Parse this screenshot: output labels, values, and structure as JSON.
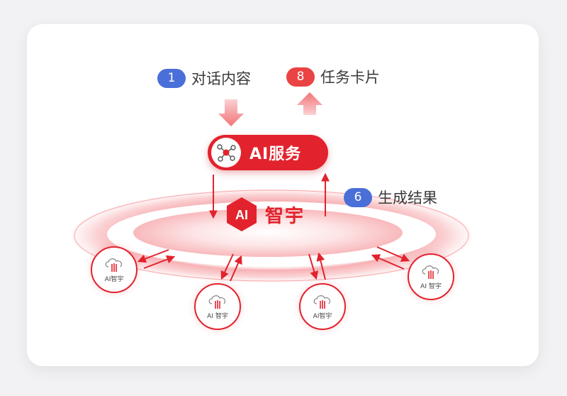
{
  "labels": {
    "dialogue": {
      "number": "1",
      "text": "对话内容",
      "color": "#4a6fd9"
    },
    "task_card": {
      "number": "8",
      "text": "任务卡片",
      "color": "#ea4343"
    },
    "result": {
      "number": "6",
      "text": "生成结果",
      "color": "#4a6fd9"
    }
  },
  "service": {
    "label": "AI服务",
    "icon": "network-nodes-icon",
    "color": "#e2232d"
  },
  "brand": {
    "mark": "AI",
    "name": "智宇",
    "icon": "hexagon-ai-icon",
    "color": "#e2232d"
  },
  "nodes": [
    {
      "label": "AI智宇",
      "icon": "cloud-logo-icon"
    },
    {
      "label": "AI 智宇",
      "icon": "cloud-logo-icon"
    },
    {
      "label": "AI智宇",
      "icon": "cloud-logo-icon"
    },
    {
      "label": "AI 智宇",
      "icon": "cloud-logo-icon"
    }
  ]
}
